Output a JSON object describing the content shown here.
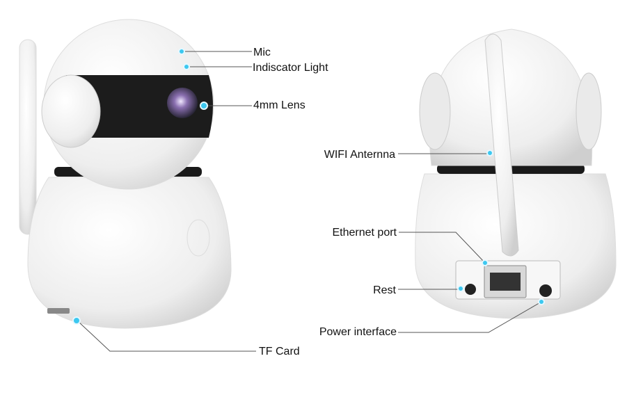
{
  "labels": {
    "mic": "Mic",
    "indicator_light": "Indiscator Light",
    "lens": "4mm Lens",
    "tf_card": "TF Card",
    "wifi_antenna": "WIFI Anternna",
    "ethernet_port": "Ethernet port",
    "reset": "Rest",
    "power_interface": "Power interface"
  },
  "colors": {
    "callout_dot": "#3cc8f0",
    "body": "#f2f2f2",
    "band": "#1a1a1a"
  }
}
